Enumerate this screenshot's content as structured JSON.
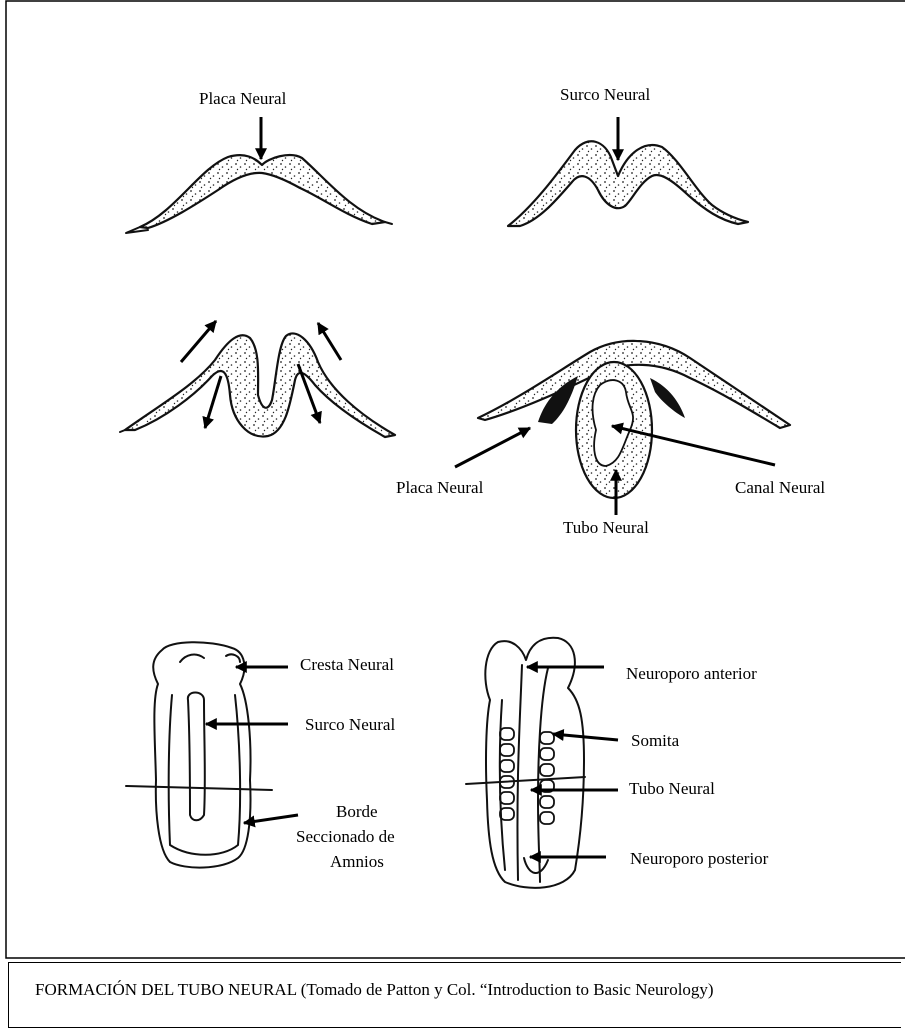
{
  "labels": {
    "placa_neural_top": "Placa Neural",
    "surco_neural_top": "Surco Neural",
    "placa_neural_bottom": "Placa Neural",
    "canal_neural": "Canal Neural",
    "tubo_neural_section": "Tubo Neural",
    "cresta_neural": "Cresta Neural",
    "surco_neural_embryo": "Surco Neural",
    "borde_line1": "Borde",
    "borde_line2": "Seccionado de",
    "borde_line3": "Amnios",
    "neuroporo_anterior": "Neuroporo anterior",
    "somita": "Somita",
    "tubo_neural_embryo": "Tubo Neural",
    "neuroporo_posterior": "Neuroporo posterior"
  },
  "caption": "FORMACIÓN DEL TUBO NEURAL (Tomado de Patton y Col. “Introduction to Basic Neurology)"
}
